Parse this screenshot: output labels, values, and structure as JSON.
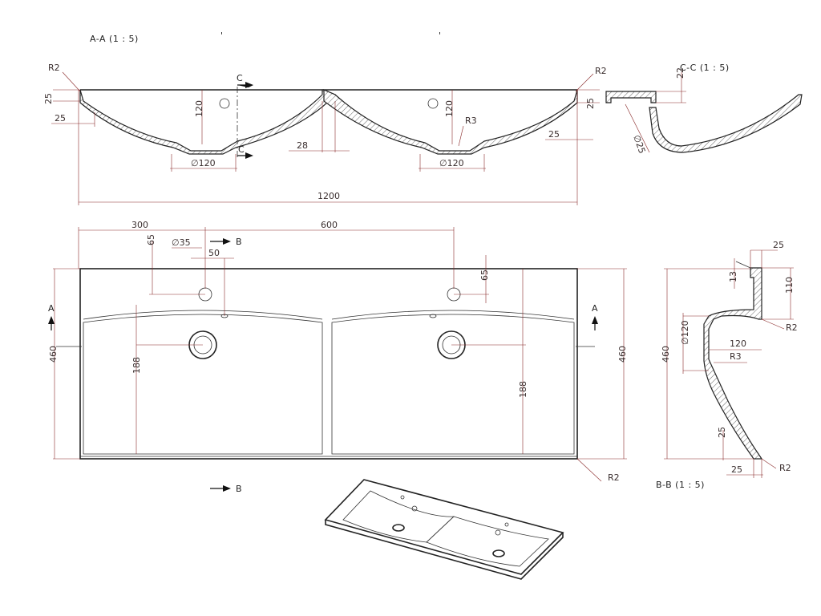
{
  "views": {
    "section_aa": {
      "title": "A-A  (1 : 5)",
      "cut_label": "C",
      "dims": {
        "r2_left": "R2",
        "r2_right": "R2",
        "d25_left_v": "25",
        "d25_left_h": "25",
        "d120_left": "120",
        "d120_right": "120",
        "r3": "R3",
        "d28": "28",
        "d25_right_h": "25",
        "d25_right_v": "25",
        "dia120_left": "∅120",
        "dia120_right": "∅120",
        "overall": "1200"
      }
    },
    "section_cc": {
      "title": "C-C  (1 : 5)",
      "dims": {
        "d22": "22",
        "dia25": "∅25"
      }
    },
    "plan": {
      "section_letter_a": "A",
      "section_letter_b": "B",
      "dims": {
        "d300": "300",
        "d600": "600",
        "d65_left": "65",
        "dia35": "∅35",
        "d50": "50",
        "d65_right": "65",
        "d460_left": "460",
        "d460_right": "460",
        "d188_left": "188",
        "d188_right": "188",
        "r2": "R2"
      }
    },
    "section_bb": {
      "title": "B-B  (1 : 5)",
      "dims": {
        "d25_top": "25",
        "d13": "13",
        "d110": "110",
        "r2_top": "R2",
        "dia120": "∅120",
        "d120": "120",
        "r3": "R3",
        "d460": "460",
        "d25_bottom_v": "25",
        "d25_bottom_h": "25",
        "r2_bottom": "R2"
      }
    }
  }
}
